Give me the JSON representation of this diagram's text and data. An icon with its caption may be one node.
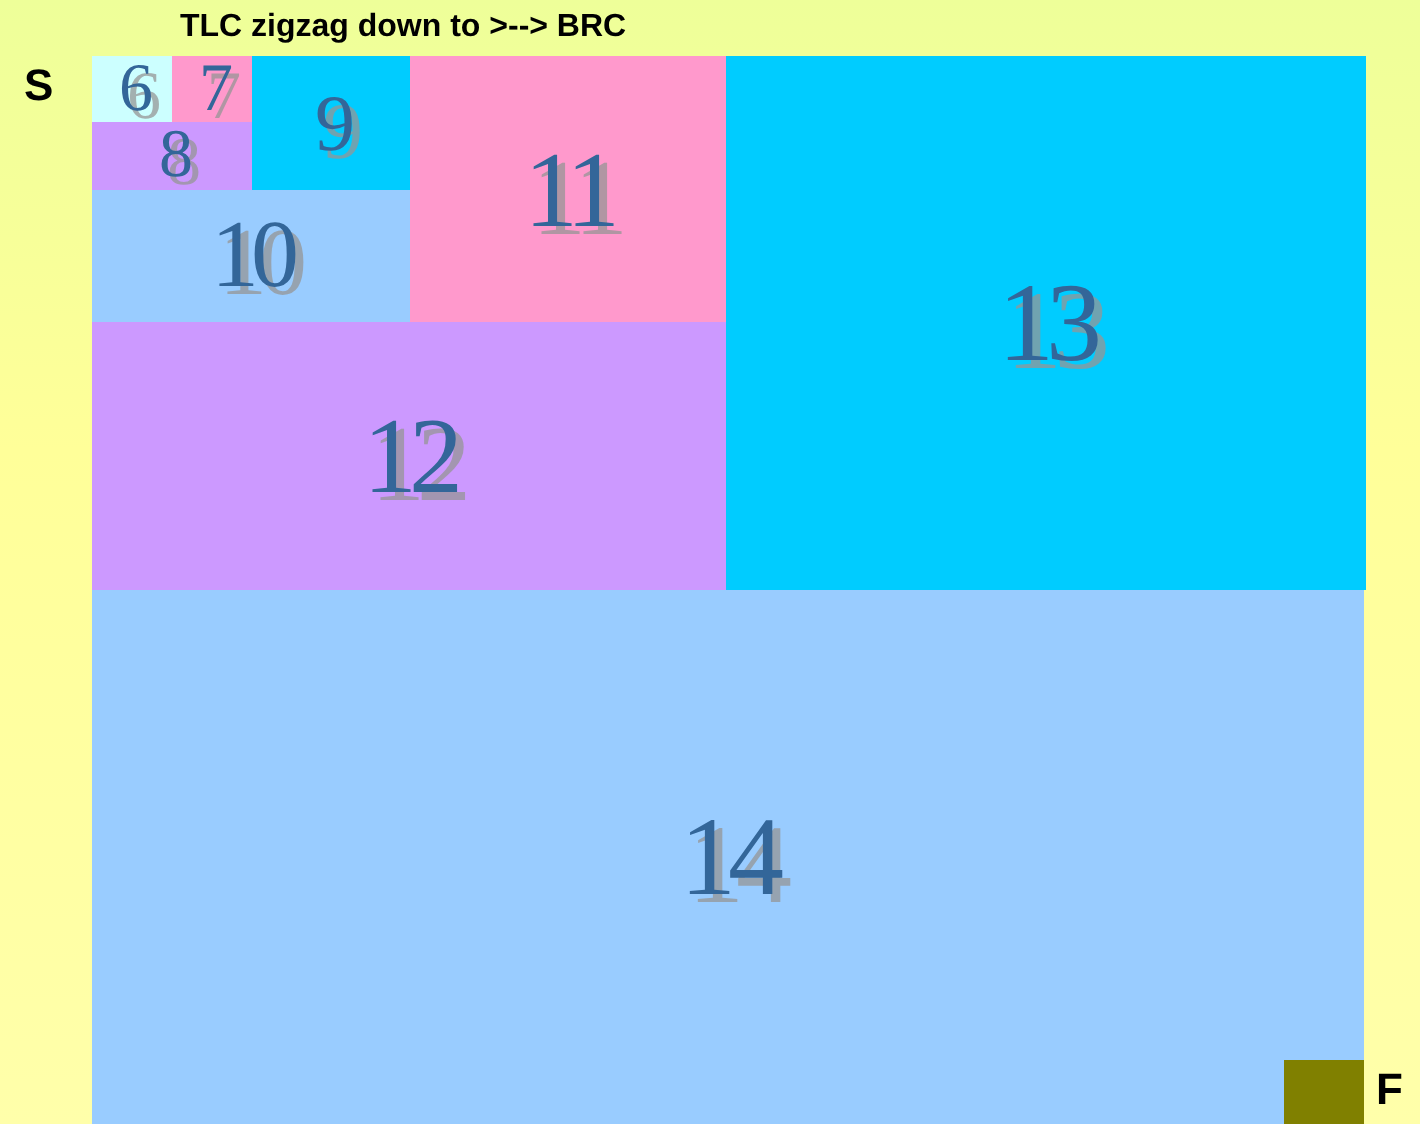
{
  "diagram": {
    "title": "TLC zigzag down to >--> BRC",
    "nodes": [
      {
        "text": [
          "6"
        ],
        "beside": [
          "S"
        ]
      },
      {
        "text": [
          "7"
        ]
      },
      {
        "text": [
          "8"
        ]
      },
      {
        "text": [
          "9"
        ]
      },
      {
        "text": [
          "10"
        ]
      },
      {
        "text": [
          "11"
        ]
      },
      {
        "text": [
          "12"
        ]
      },
      {
        "text": [
          "13"
        ]
      },
      {
        "text": [
          "14"
        ]
      },
      {
        "text": [],
        "shape": "box",
        "in": 8,
        "beside": [
          "F"
        ]
      }
    ]
  }
}
